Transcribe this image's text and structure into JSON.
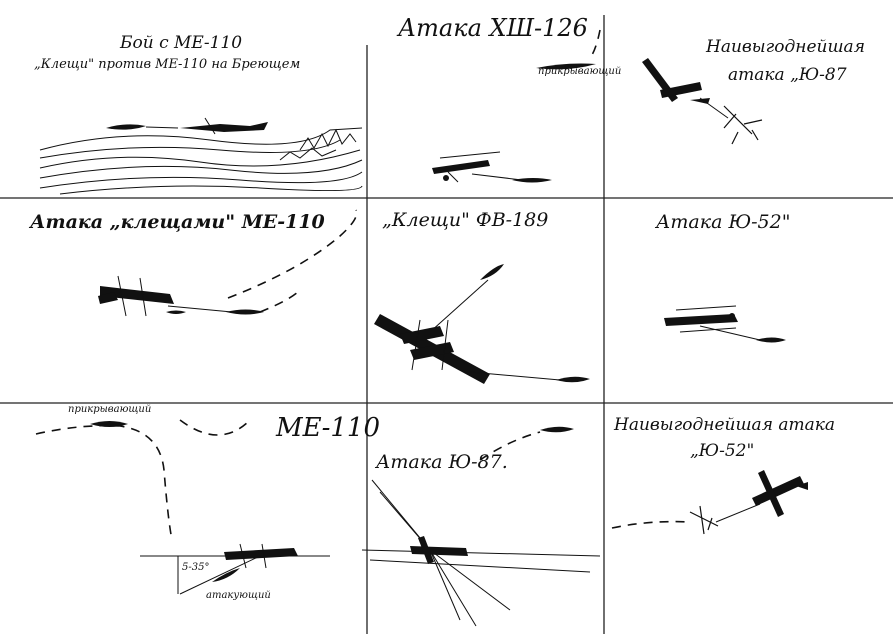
{
  "title": "Атака ХШ-126",
  "panels": {
    "me110_fight": {
      "caption1": "Бой с МЕ-110",
      "caption2": "„Клещи\" против МЕ-110 на Бреющем"
    },
    "hs126": {
      "label": "прикрывающий"
    },
    "ju87_best": {
      "caption1": "Наивыгоднейшая",
      "caption2": "атака „Ю-87"
    },
    "me110_pincer": {
      "caption": "Атака „клещами\" МЕ-110"
    },
    "fw189": {
      "caption": "„Клещи\" ФВ-189"
    },
    "ju52": {
      "caption": "Атака Ю-52\""
    },
    "me110_cover": {
      "caption": "МЕ-110",
      "label_top": "прикрывающий",
      "label_bottom": "атакующий",
      "angle": "5-35°"
    },
    "ju87": {
      "caption": "Атака Ю-87."
    },
    "ju52_best": {
      "caption1": "Наивыгоднейшая атака",
      "caption2": "„Ю-52\""
    }
  }
}
